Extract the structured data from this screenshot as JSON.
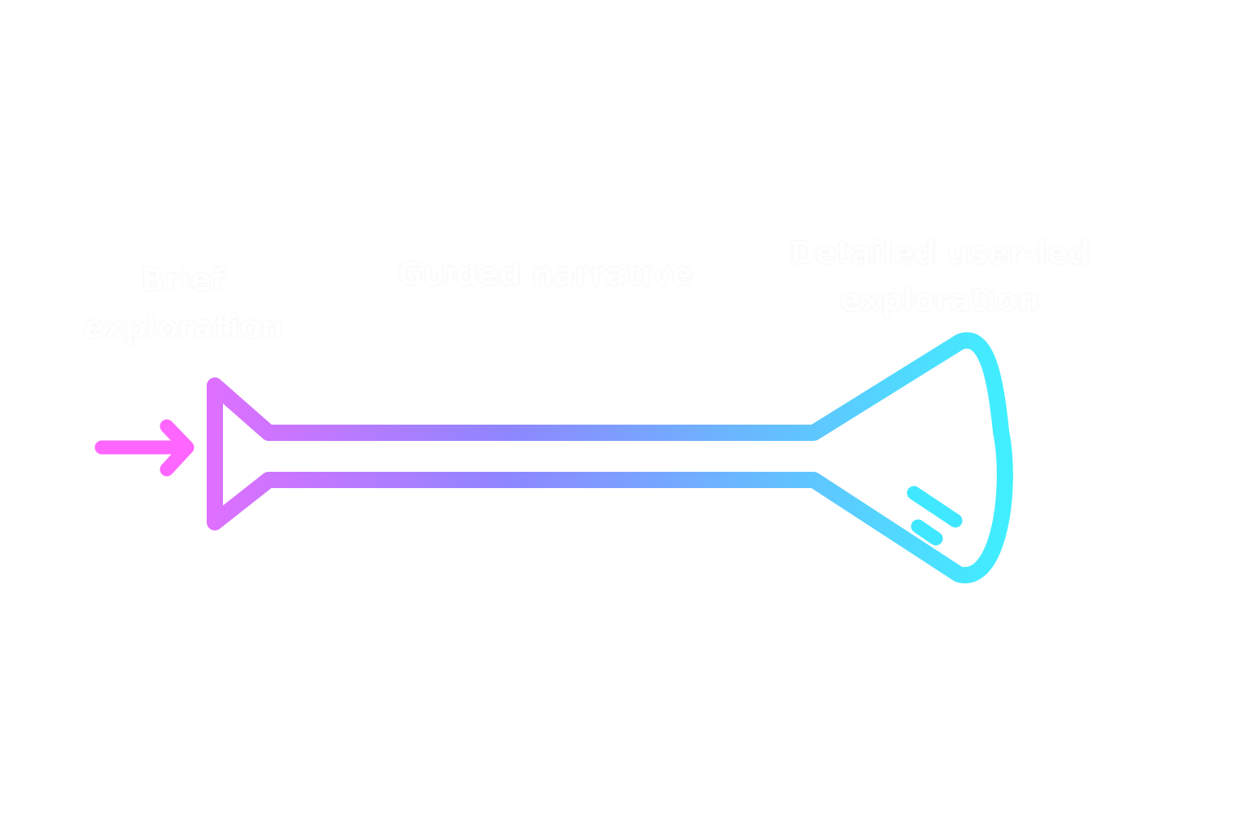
{
  "labels": {
    "brief": {
      "line1": "Brief",
      "line2": "exploration"
    },
    "guided": {
      "line1": "Guided narrative"
    },
    "detailed": {
      "line1": "Detailed user-led",
      "line2": "exploration"
    }
  },
  "icons": {
    "entry": "arrow-right-icon",
    "shape": "martini-glass-funnel-icon"
  },
  "colors": {
    "gradient_start": "#ff66ff",
    "gradient_mid": "#8f86ff",
    "gradient_end": "#3ff0ff",
    "label_text": "#ffffff",
    "background": "#ffffff"
  }
}
